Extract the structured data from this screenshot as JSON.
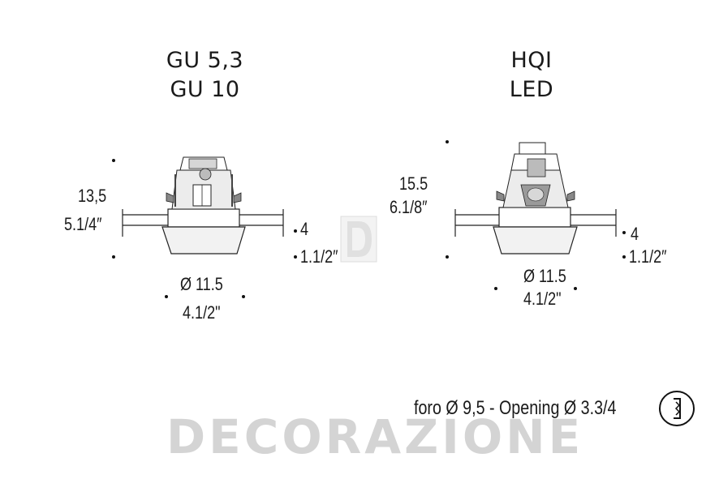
{
  "left": {
    "title_line1": "GU 5,3",
    "title_line2": "GU 10",
    "height_metric": "13,5",
    "height_imperial": "5.1/4″",
    "flange_metric": "4",
    "flange_imperial": "1.1/2″",
    "diameter_metric": "Ø 11.5",
    "diameter_imperial": "4.1/2\""
  },
  "right": {
    "title_line1": "HQI",
    "title_line2": "LED",
    "height_metric": "15.5",
    "height_imperial": "6.1/8″",
    "flange_metric": "4",
    "flange_imperial": "1.1/2″",
    "diameter_metric": "Ø 11.5",
    "diameter_imperial": "4.1/2\""
  },
  "footer": {
    "hole_text": "foro Ø 9,5 - Opening Ø 3.3/4"
  },
  "watermark": {
    "text": "DECORAZIONE"
  },
  "icons": [
    "recessed-fixture-drawing",
    "wall-opening-icon",
    "watermark-logo"
  ]
}
